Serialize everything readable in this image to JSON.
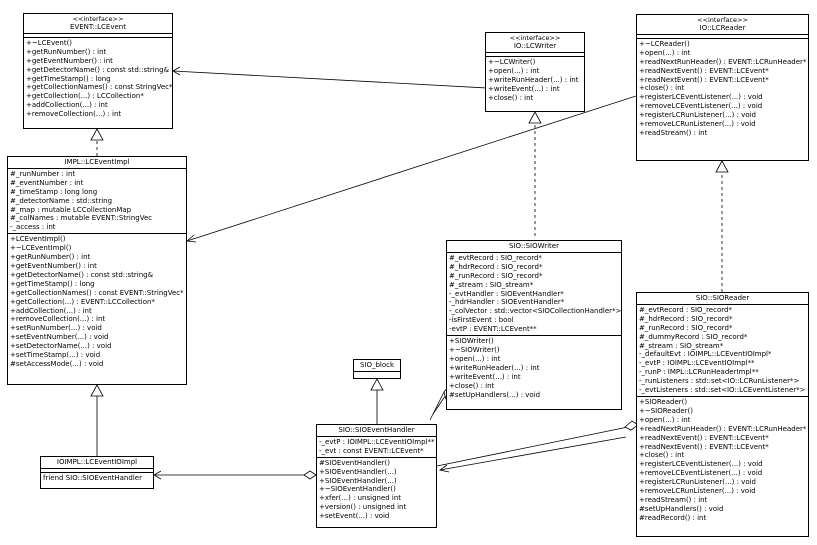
{
  "classes": {
    "lcevent": {
      "stereotype": "<<interface>>",
      "name": "EVENT::LCEvent",
      "methods": [
        "+~LCEvent()",
        "+getRunNumber() : int",
        "+getEventNumber() : int",
        "+getDetectorName() : const std::string&",
        "+getTimeStamp() : long",
        "+getCollectionNames() : const StringVec*",
        "+getCollection(...) : LCCollection*",
        "+addCollection(...) : int",
        "+removeCollection(...) : int"
      ]
    },
    "lceventimpl": {
      "name": "IMPL::LCEventImpl",
      "attributes": [
        "#_runNumber : int",
        "#_eventNumber : int",
        "#_timeStamp : long long",
        "#_detectorName : std::string",
        "#_map : mutable LCCollectionMap",
        "#_colNames : mutable EVENT::StringVec",
        "-_access : int"
      ],
      "methods": [
        "+LCEventImpl()",
        "+~LCEventImpl()",
        "+getRunNumber() : int",
        "+getEventNumber() : int",
        "+getDetectorName() : const std::string&",
        "+getTimeStamp() : long",
        "+getCollectionNames() : const EVENT::StringVec*",
        "+getCollection(...) : EVENT::LCCollection*",
        "+addCollection(...) : int",
        "+removeCollection(...) : int",
        "+setRunNumber(...) : void",
        "+setEventNumber(...) : void",
        "+setDetectorName(...) : void",
        "+setTimeStamp(...) : void",
        "#setAccessMode(...) : void"
      ]
    },
    "ioimpl": {
      "name": "IOIMPL::LCEventIOImpl",
      "extra": [
        "friend SIO::SIOEventHandler"
      ]
    },
    "lcwriter": {
      "stereotype": "<<interface>>",
      "name": "IO::LCWriter",
      "methods": [
        "+~LCWriter()",
        "+open(...) : int",
        "+writeRunHeader(...) : int",
        "+writeEvent(...) : int",
        "+close() : int"
      ]
    },
    "lcreader": {
      "stereotype": "<<interface>>",
      "name": "IO::LCReader",
      "methods": [
        "+~LCReader()",
        "+open(...) : int",
        "+readNextRunHeader() : EVENT::LCRunHeader*",
        "+readNextEvent() : EVENT::LCEvent*",
        "+readNextEvent() : EVENT::LCEvent*",
        "+close() : int",
        "+registerLCEventListener(...) : void",
        "+removeLCEventListener(...) : void",
        "+registerLCRunListener(...) : void",
        "+removeLCRunListener(...) : void",
        "+readStream() : int"
      ]
    },
    "siowriter": {
      "name": "SIO::SIOWriter",
      "attributes": [
        "#_evtRecord : SIO_record*",
        "#_hdrRecord : SIO_record*",
        "#_runRecord : SIO_record*",
        "#_stream : SIO_stream*",
        "-_evtHandler : SIOEventHandler*",
        "-_hdrHandler : SIOEventHandler*",
        "-_colVector : std::vector<SIOCollectionHandler*>",
        "-isFirstEvent : bool",
        "-evtP : EVENT::LCEvent**"
      ],
      "methods": [
        "+SIOWriter()",
        "+~SIOWriter()",
        "+open(...) : int",
        "+writeRunHeader(...) : int",
        "+writeEvent(...) : int",
        "+close() : int",
        "#setUpHandlers(...) : void"
      ]
    },
    "sioblock": {
      "name": "SIO_block"
    },
    "sioeventhandler": {
      "name": "SIO::SIOEventHandler",
      "attributes": [
        "-_evtP : IOIMPL::LCEventIOImpl**",
        "-_evt : const EVENT::LCEvent*"
      ],
      "methods": [
        "#SIOEventHandler()",
        "+SIOEventHandler(...)",
        "+SIOEventHandler(...)",
        "+~SIOEventHandler()",
        "+xfer(...) : unsigned int",
        "+version() : unsigned int",
        "+setEvent(...) : void"
      ]
    },
    "sioreader": {
      "name": "SIO::SIOReader",
      "attributes": [
        "#_evtRecord : SIO_record*",
        "#_hdrRecord : SIO_record*",
        "#_runRecord : SIO_record*",
        "#_dummyRecord : SIO_record*",
        "#_stream : SIO_stream*",
        "-_defaultEvt : IOIMPL::LCEventIOImpl*",
        "-_evtP : IOIMPL::LCEventIOImpl**",
        "-_runP : IMPL::LCRunHeaderImpl**",
        "-_runListeners : std::set<IO::LCRunListener*>",
        "-_evtListeners : std::set<IO::LCEventListener*>"
      ],
      "methods": [
        "+SIOReader()",
        "+~SIOReader()",
        "+open(...) : int",
        "+readNextRunHeader() : EVENT::LCRunHeader*",
        "+readNextEvent() : EVENT::LCEvent*",
        "+readNextEvent() : EVENT::LCEvent*",
        "+close() : int",
        "+registerLCEventListener(...) : void",
        "+removeLCEventListener(...) : void",
        "+registerLCRunListener(...) : void",
        "+removeLCRunListener(...) : void",
        "+readStream() : int",
        "#setUpHandlers() : void",
        "#readRecord() : int"
      ]
    }
  }
}
